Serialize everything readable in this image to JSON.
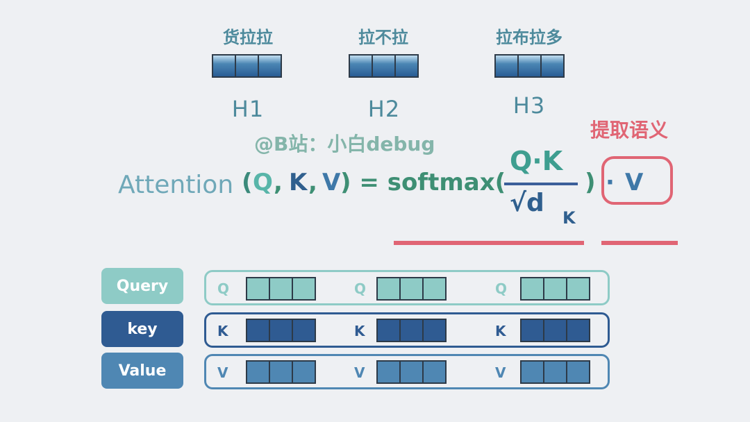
{
  "heads": [
    {
      "word": "货拉拉",
      "name": "H1"
    },
    {
      "word": "拉不拉",
      "name": "H2"
    },
    {
      "word": "拉布拉多",
      "name": "H3"
    }
  ],
  "watermark": "@B站：小白debug",
  "annotation": "提取语义",
  "formula": {
    "fn": "Attention",
    "open_paren": "(",
    "q": "Q",
    "comma1": ",",
    "k": "K",
    "comma2": ",",
    "v": "V",
    "close_eq": ") = softmax(",
    "numerator": "Q·K",
    "denominator": "√d",
    "subscript": "K",
    "close_paren": ")",
    "dot": "·",
    "v_final": "V"
  },
  "rows": [
    {
      "label": "Query",
      "letter": "Q",
      "color": "#8ecbc6"
    },
    {
      "label": "key",
      "letter": "K",
      "color": "#2f5b92"
    },
    {
      "label": "Value",
      "letter": "V",
      "color": "#4f87b3"
    }
  ]
}
